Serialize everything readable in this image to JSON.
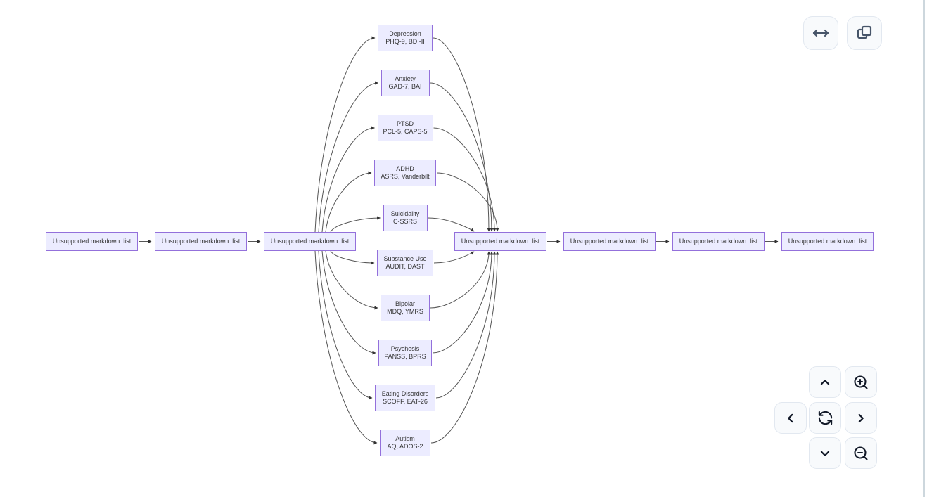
{
  "diagram": {
    "pre_chain": [
      {
        "label": "Unsupported markdown: list"
      },
      {
        "label": "Unsupported markdown: list"
      },
      {
        "label": "Unsupported markdown: list"
      }
    ],
    "conditions": [
      {
        "name": "Depression",
        "tools": "PHQ-9, BDI-II"
      },
      {
        "name": "Anxiety",
        "tools": "GAD-7, BAI"
      },
      {
        "name": "PTSD",
        "tools": "PCL-5, CAPS-5"
      },
      {
        "name": "ADHD",
        "tools": "ASRS, Vanderbilt"
      },
      {
        "name": "Suicidality",
        "tools": "C-SSRS"
      },
      {
        "name": "Substance Use",
        "tools": "AUDIT, DAST"
      },
      {
        "name": "Bipolar",
        "tools": "MDQ, YMRS"
      },
      {
        "name": "Psychosis",
        "tools": "PANSS, BPRS"
      },
      {
        "name": "Eating Disorders",
        "tools": "SCOFF, EAT-26"
      },
      {
        "name": "Autism",
        "tools": "AQ, ADOS-2"
      }
    ],
    "post_chain": [
      {
        "label": "Unsupported markdown: list"
      },
      {
        "label": "Unsupported markdown: list"
      },
      {
        "label": "Unsupported markdown: list"
      },
      {
        "label": "Unsupported markdown: list"
      }
    ],
    "colors": {
      "node_fill": "#ECECFF",
      "node_border": "#9370DB",
      "node_text": "#333333",
      "edge": "#555555",
      "arrowhead": "#333333"
    }
  },
  "toolbar": {
    "buttons": [
      {
        "name": "expand-horizontal",
        "icon": "move-horizontal-icon"
      },
      {
        "name": "copy",
        "icon": "copy-icon"
      }
    ],
    "colors": {
      "button_bg": "#f8fafc",
      "button_border": "#e2e8f0",
      "icon_top": "#475569",
      "icon_pan": "#111827"
    }
  },
  "pan_zoom_controls": {
    "buttons": [
      {
        "name": "pan-up",
        "icon": "chevron-up-icon"
      },
      {
        "name": "zoom-in",
        "icon": "zoom-in-icon"
      },
      {
        "name": "pan-left",
        "icon": "chevron-left-icon"
      },
      {
        "name": "reset-view",
        "icon": "refresh-ccw-icon"
      },
      {
        "name": "pan-right",
        "icon": "chevron-right-icon"
      },
      {
        "name": "pan-down",
        "icon": "chevron-down-icon"
      },
      {
        "name": "zoom-out",
        "icon": "zoom-out-icon"
      }
    ]
  },
  "divider_color": "#cdd7dd"
}
